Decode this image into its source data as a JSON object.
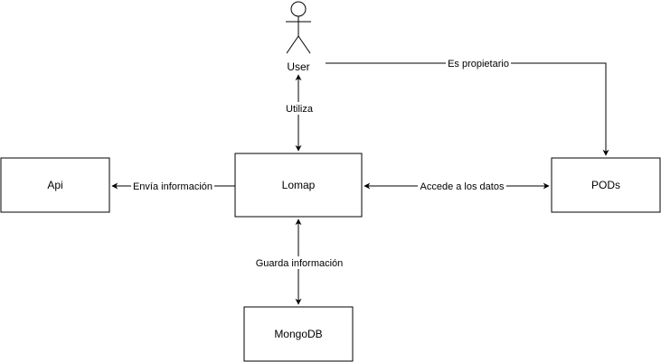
{
  "nodes": {
    "user": "User",
    "lomap": "Lomap",
    "api": "Api",
    "pods": "PODs",
    "mongodb": "MongoDB"
  },
  "edges": {
    "es_propietario": "Es propietario",
    "utiliza": "Utiliza",
    "envia_informacion": "Envía información",
    "accede_datos": "Accede a los datos",
    "guarda_informacion": "Guarda información"
  }
}
